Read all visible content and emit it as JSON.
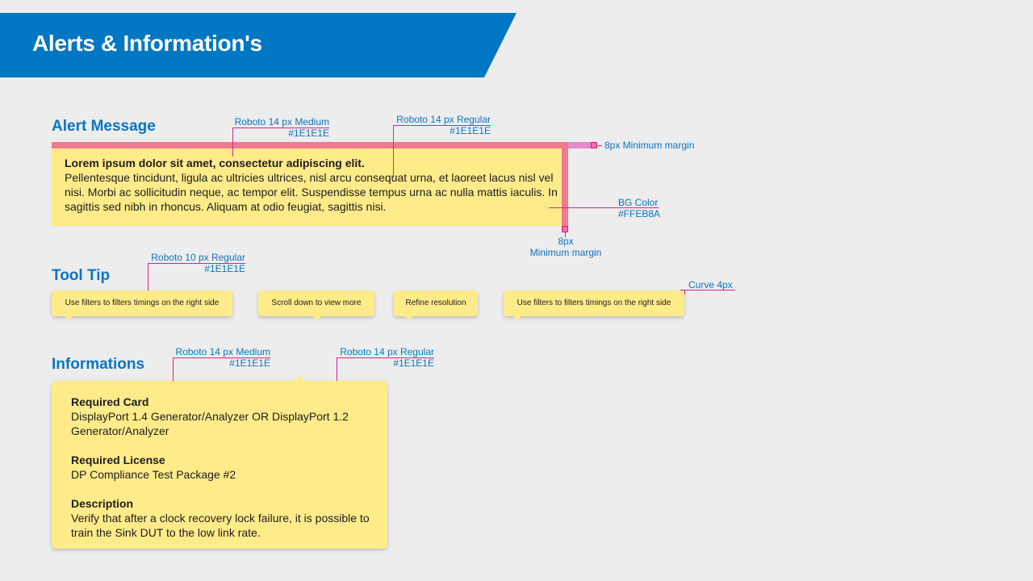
{
  "header": {
    "title": "Alerts & Information's"
  },
  "alert_section": {
    "title": "Alert Message",
    "heading": "Lorem ipsum dolor sit amet, consectetur adipiscing elit.",
    "body": "Pellentesque tincidunt, ligula ac ultricies ultrices, nisl arcu consequat urna, et laoreet lacus nisl vel nisi. Morbi ac sollicitudin neque, ac tempor elit. Suspendisse tempus urna ac nulla mattis iaculis. In sagittis sed nibh in rhoncus. Aliquam at odio feugiat, sagittis nisi.",
    "specs": {
      "heading_font": "Roboto 14 px Medium",
      "heading_color": "#1E1E1E",
      "body_font": "Roboto 14 px Regular",
      "body_color": "#1E1E1E",
      "margin_right": "8px Minimum margin",
      "bg_label": "BG Color",
      "bg_value": "#FFEB8A",
      "margin_bottom_value": "8px",
      "margin_bottom_label": "Minimum margin"
    }
  },
  "tooltip_section": {
    "title": "Tool Tip",
    "specs": {
      "font": "Roboto 10 px Regular",
      "color": "#1E1E1E",
      "curve": "Curve 4px"
    },
    "items": [
      "Use filters to filters timings on the right side",
      "Scroll down to view more",
      "Refine resolution",
      "Use filters to filters timings on the right side"
    ]
  },
  "info_section": {
    "title": "Informations",
    "specs": {
      "label_font": "Roboto 14 px Medium",
      "label_color": "#1E1E1E",
      "value_font": "Roboto 14 px Regular",
      "value_color": "#1E1E1E"
    },
    "groups": [
      {
        "label": "Required Card",
        "value": "DisplayPort 1.4 Generator/Analyzer OR DisplayPort 1.2 Generator/Analyzer"
      },
      {
        "label": "Required License",
        "value": "DP Compliance Test Package #2"
      },
      {
        "label": "Description",
        "value": "Verify that after a clock recovery lock failure, it is possible to train the Sink DUT to the low link rate."
      }
    ]
  },
  "colors": {
    "brand_blue": "#0077C2",
    "alert_bg": "#FFEB8A",
    "alert_bar": "#F07A92",
    "annotation_line": "#E0208C"
  }
}
